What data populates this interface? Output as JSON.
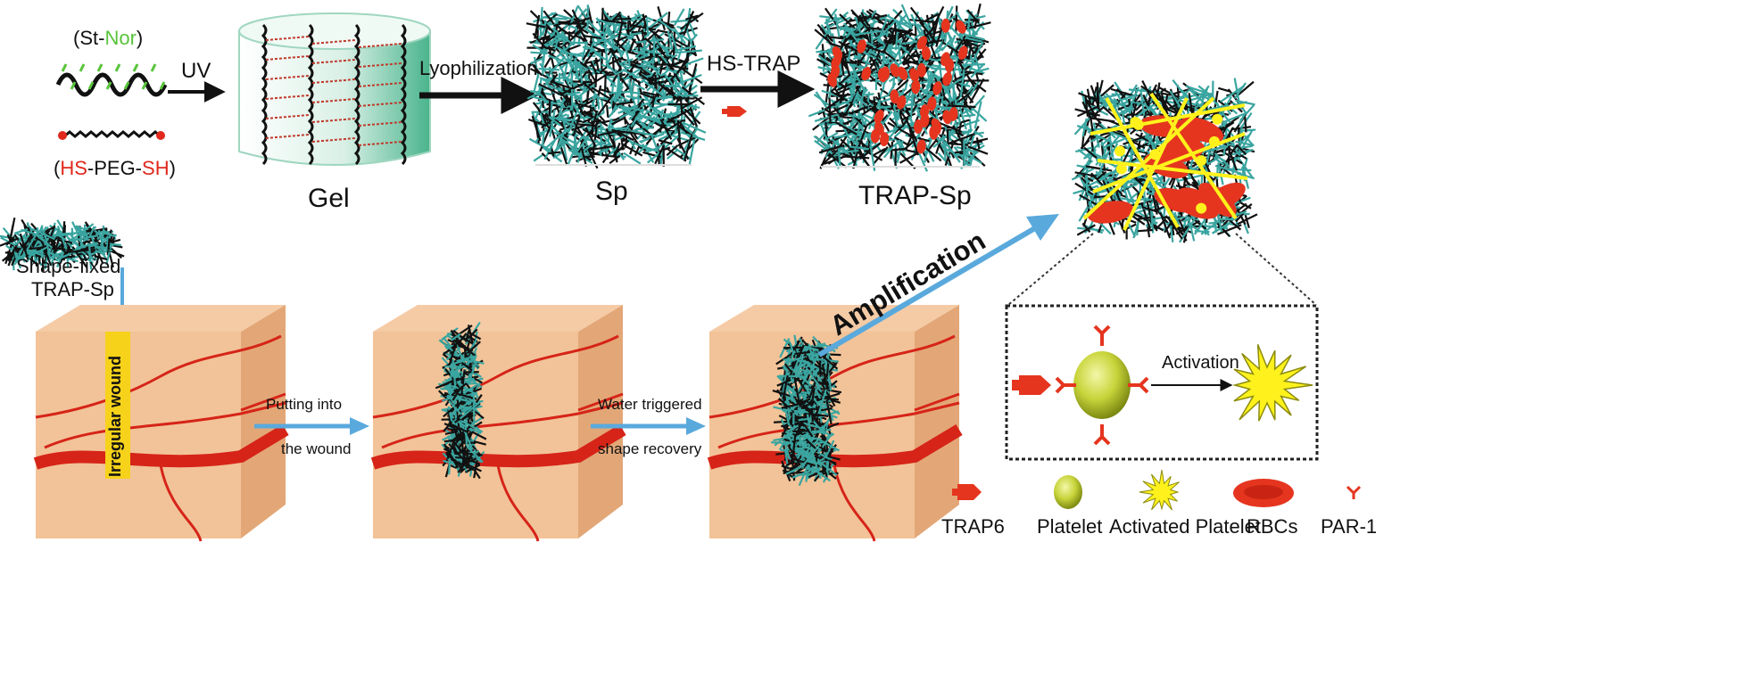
{
  "top": {
    "monomer_a_open": "(St-",
    "monomer_a_nor": "Nor",
    "monomer_a_close": ")",
    "monomer_b_open": "(",
    "monomer_b_hs": "HS",
    "monomer_b_peg": "-PEG-",
    "monomer_b_sh": "SH",
    "monomer_b_close": ")",
    "uv_label": "UV",
    "gel_label": "Gel",
    "lyophilization_label": "Lyophilization",
    "sp_label": "Sp",
    "hstrap_label": "HS-TRAP",
    "trapsp_label": "TRAP-Sp"
  },
  "bottom": {
    "shape_fixed_line1": "Shape-fixed",
    "shape_fixed_line2": "TRAP-Sp",
    "irregular_wound": "Irregular wound",
    "putting_line1": "Putting into",
    "putting_line2": "the wound",
    "water_line1": "Water triggered",
    "water_line2": "shape recovery",
    "amplification": "Amplification"
  },
  "inset": {
    "activation": "Activation"
  },
  "legend": {
    "trap6": "TRAP6",
    "platelet": "Platelet",
    "activated_platelet": "Activated Platelet",
    "rbcs": "RBCs",
    "par1": "PAR-1"
  },
  "colors": {
    "arrow_black": "#111111",
    "arrow_blue": "#5aa9dc",
    "skin_front": "#f2c398",
    "skin_side": "#e3a777",
    "vessel_red": "#d62418",
    "sponge_teal": "#3aa5a0",
    "trap_red": "#e5351f",
    "platelet_green": "#c8d43a",
    "activated_yellow": "#fff21c",
    "gel_green": "#49b48d",
    "wound_yellow": "#f6d21a"
  }
}
